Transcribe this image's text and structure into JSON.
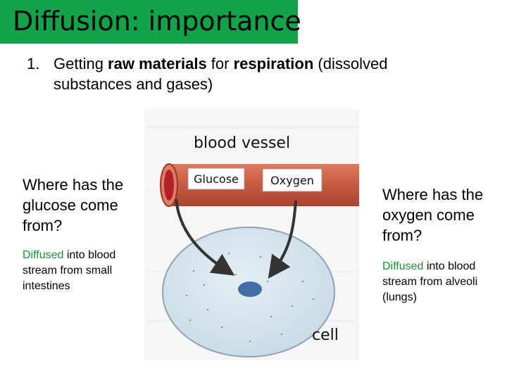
{
  "title": "Diffusion: importance",
  "point": {
    "number": "1.",
    "pre": "Getting ",
    "bold1": "raw materials",
    "mid": " for ",
    "bold2": "respiration",
    "post": " (dissolved substances and gases)"
  },
  "left": {
    "question": "Where has the glucose come from?",
    "answer_highlight": "Diffused",
    "answer_rest": " into blood stream from small intestines"
  },
  "right": {
    "question": "Where has the oxygen come from?",
    "answer_highlight": "Diffused",
    "answer_rest": " into blood stream from alveoli (lungs)"
  },
  "diagram": {
    "heading": "blood vessel",
    "label_glucose": "Glucose",
    "label_oxygen": "Oxygen",
    "label_cell": "cell"
  },
  "colors": {
    "title_bar": "#12a24a",
    "answer_highlight": "#1f8f3a",
    "vessel": "#c85a42",
    "cell": "#d9e6ee"
  }
}
